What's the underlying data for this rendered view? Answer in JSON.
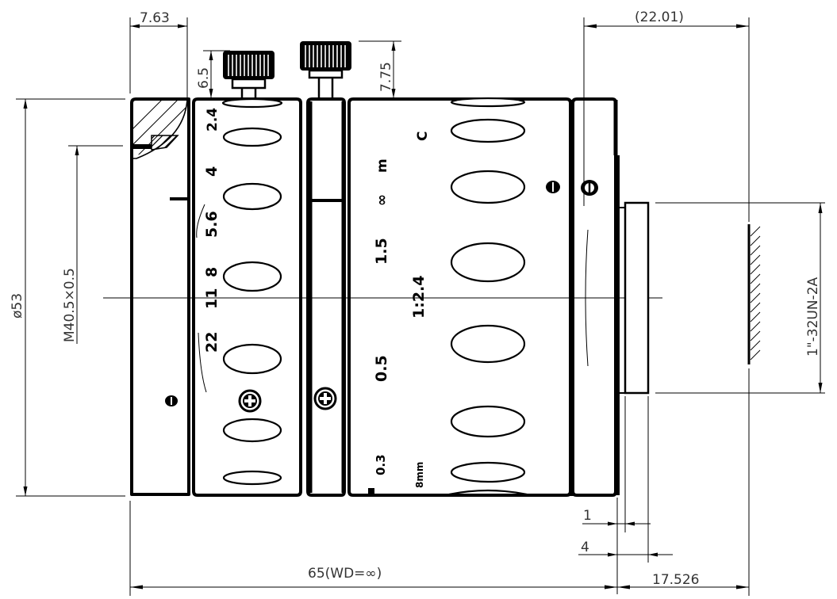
{
  "drawing": {
    "title": "Lens mechanical dimension drawing (side view)",
    "background": "#ffffff",
    "line_color": "#000000",
    "text_color": "#333333"
  },
  "dimensions": {
    "front_section_width": "7.63",
    "knob1_height": "6.5",
    "knob2_height": "7.75",
    "rear_length": "(22.01)",
    "outer_diameter": "ø53",
    "filter_thread": "M40.5×0.5",
    "mount_thread": "1\"-32UN-2A",
    "flange_1": "1",
    "flange_4": "4",
    "overall_length": "65(WD=∞)",
    "back_focus": "17.526"
  },
  "aperture_scale": {
    "labels": [
      "2.4",
      "4",
      "5.6",
      "8",
      "11",
      "22"
    ]
  },
  "focus_scale": {
    "labels": [
      "C",
      "m",
      "∞",
      "1.5",
      "0.5",
      "0.3",
      "8mm"
    ],
    "f_number": "1:2.4",
    "bottom_mark": "■"
  },
  "icons": {
    "lock_screw_1": "knurled-knob",
    "lock_screw_2": "knurled-knob",
    "phillips_screw": "⊕",
    "index_mark": "ө"
  }
}
